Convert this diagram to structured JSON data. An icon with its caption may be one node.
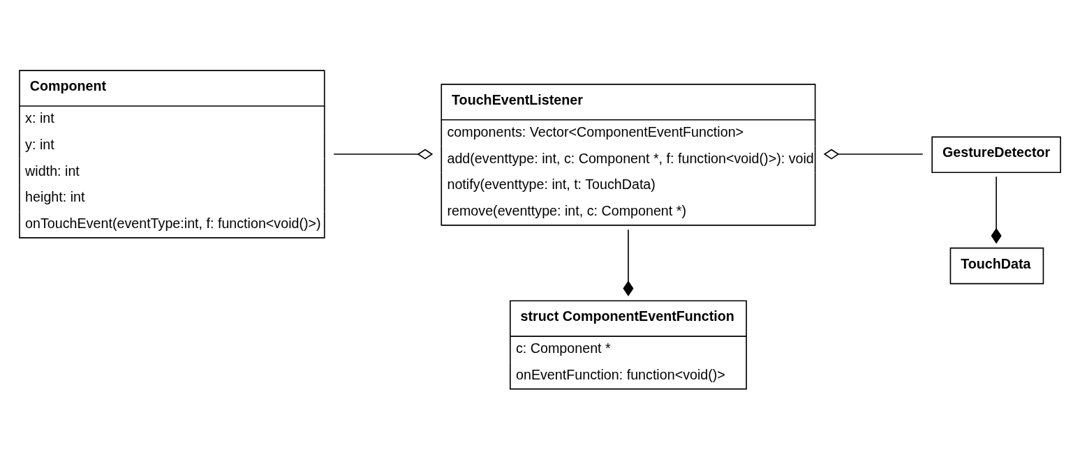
{
  "diagram": {
    "nodes": [
      {
        "text": [
          "Component",
          "x: int",
          "y: int",
          "width: int",
          "height: int",
          "onTouchEvent(eventType:int, f: function<void()>)"
        ]
      },
      {
        "text": [
          "TouchEventListener",
          "components: Vector<ComponentEventFunction>",
          "add(eventtype: int, c: Component *, f: function<void()>): void",
          "notify(eventtype: int, t: TouchData)",
          "remove(eventtype: int, c: Component *)"
        ]
      },
      {
        "text": [
          "GestureDetector"
        ]
      },
      {
        "text": [
          "TouchData"
        ]
      },
      {
        "text": [
          "struct ComponentEventFunction",
          "c: Component *",
          "onEventFunction: function<void()>"
        ]
      }
    ],
    "edges": [
      {
        "from": 0,
        "to": 1,
        "arrow": "other"
      },
      {
        "from": 2,
        "to": 1,
        "arrow": "other"
      },
      {
        "from": 2,
        "to": 3,
        "arrow": "other"
      },
      {
        "from": 1,
        "to": 4,
        "arrow": "other"
      }
    ]
  }
}
